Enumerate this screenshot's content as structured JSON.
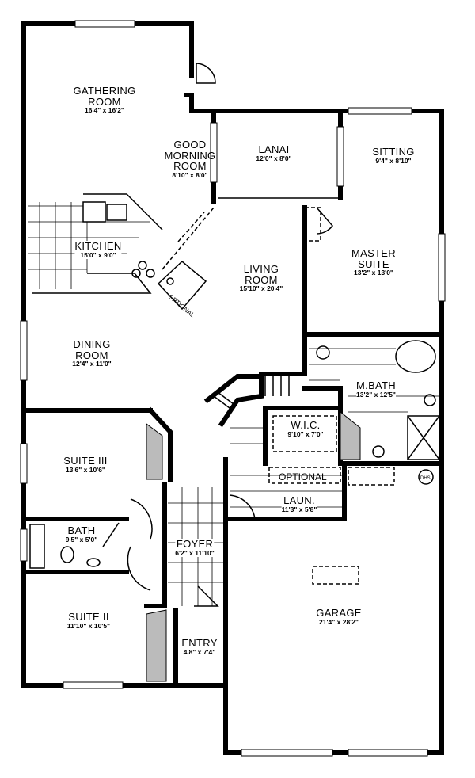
{
  "rooms": [
    {
      "id": "gathering",
      "name": "GATHERING ROOM",
      "dims": "16'4\" x 16'2\""
    },
    {
      "id": "good-morning",
      "name": "GOOD MORNING ROOM",
      "dims": "8'10\" x 8'0\""
    },
    {
      "id": "lanai",
      "name": "LANAI",
      "dims": "12'0\" x 8'0\""
    },
    {
      "id": "sitting",
      "name": "SITTING",
      "dims": "9'4\" x 8'10\""
    },
    {
      "id": "kitchen",
      "name": "KITCHEN",
      "dims": "15'0\" x 9'0\""
    },
    {
      "id": "living",
      "name": "LIVING ROOM",
      "dims": "15'10\" x 20'4\""
    },
    {
      "id": "master",
      "name": "MASTER SUITE",
      "dims": "13'2\" x 13'0\""
    },
    {
      "id": "dining",
      "name": "DINING ROOM",
      "dims": "12'4\" x 11'0\""
    },
    {
      "id": "mbath",
      "name": "M.BATH",
      "dims": "13'2\" x 12'5\""
    },
    {
      "id": "wic",
      "name": "W.I.C.",
      "dims": "9'10\" x 7'0\""
    },
    {
      "id": "suite3",
      "name": "SUITE III",
      "dims": "13'6\" x 10'6\""
    },
    {
      "id": "laundry",
      "name": "LAUN.",
      "dims": "11'3\" x 5'8\""
    },
    {
      "id": "bath",
      "name": "BATH",
      "dims": "9'5\" x 5'0\""
    },
    {
      "id": "foyer",
      "name": "FOYER",
      "dims": "6'2\" x 11'10\""
    },
    {
      "id": "suite2",
      "name": "SUITE II",
      "dims": "11'10\" x 10'5\""
    },
    {
      "id": "entry",
      "name": "ENTRY",
      "dims": "4'8\" x 7'4\""
    },
    {
      "id": "garage",
      "name": "GARAGE",
      "dims": "21'4\" x 28'2\""
    }
  ],
  "annotations": {
    "optional_kitchen": "OPTIONAL",
    "optional_laundry": "OPTIONAL",
    "water_heater": "DHS"
  }
}
